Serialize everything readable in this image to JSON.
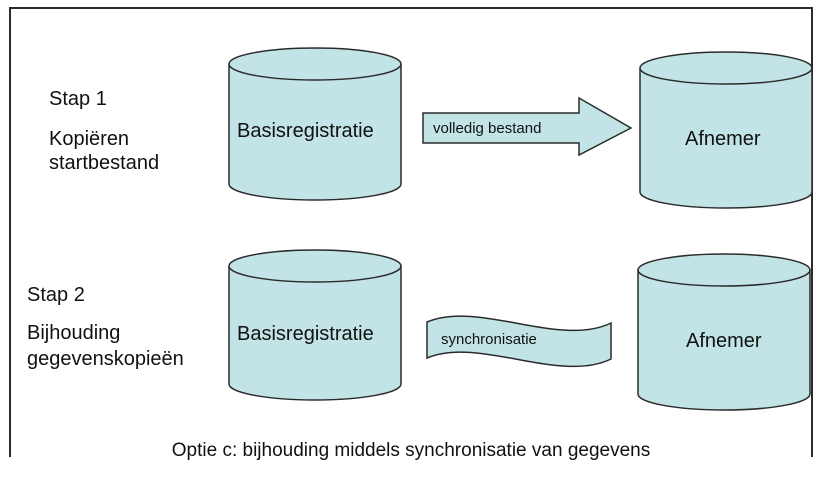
{
  "step1": {
    "label": "Stap 1",
    "desc_line1": "Kopiëren",
    "desc_line2": "startbestand",
    "source": "Basisregistratie",
    "target": "Afnemer",
    "transfer": "volledig bestand"
  },
  "step2": {
    "label": "Stap 2",
    "desc_line1": "Bijhouding",
    "desc_line2": "gegevenskopieën",
    "source": "Basisregistratie",
    "target": "Afnemer",
    "transfer": "synchronisatie"
  },
  "caption": "Optie c: bijhouding middels synchronisatie van gegevens",
  "colors": {
    "cylinder_fill": "#c2e4e6",
    "stroke": "#2b2b2b",
    "background": "#ffffff"
  }
}
